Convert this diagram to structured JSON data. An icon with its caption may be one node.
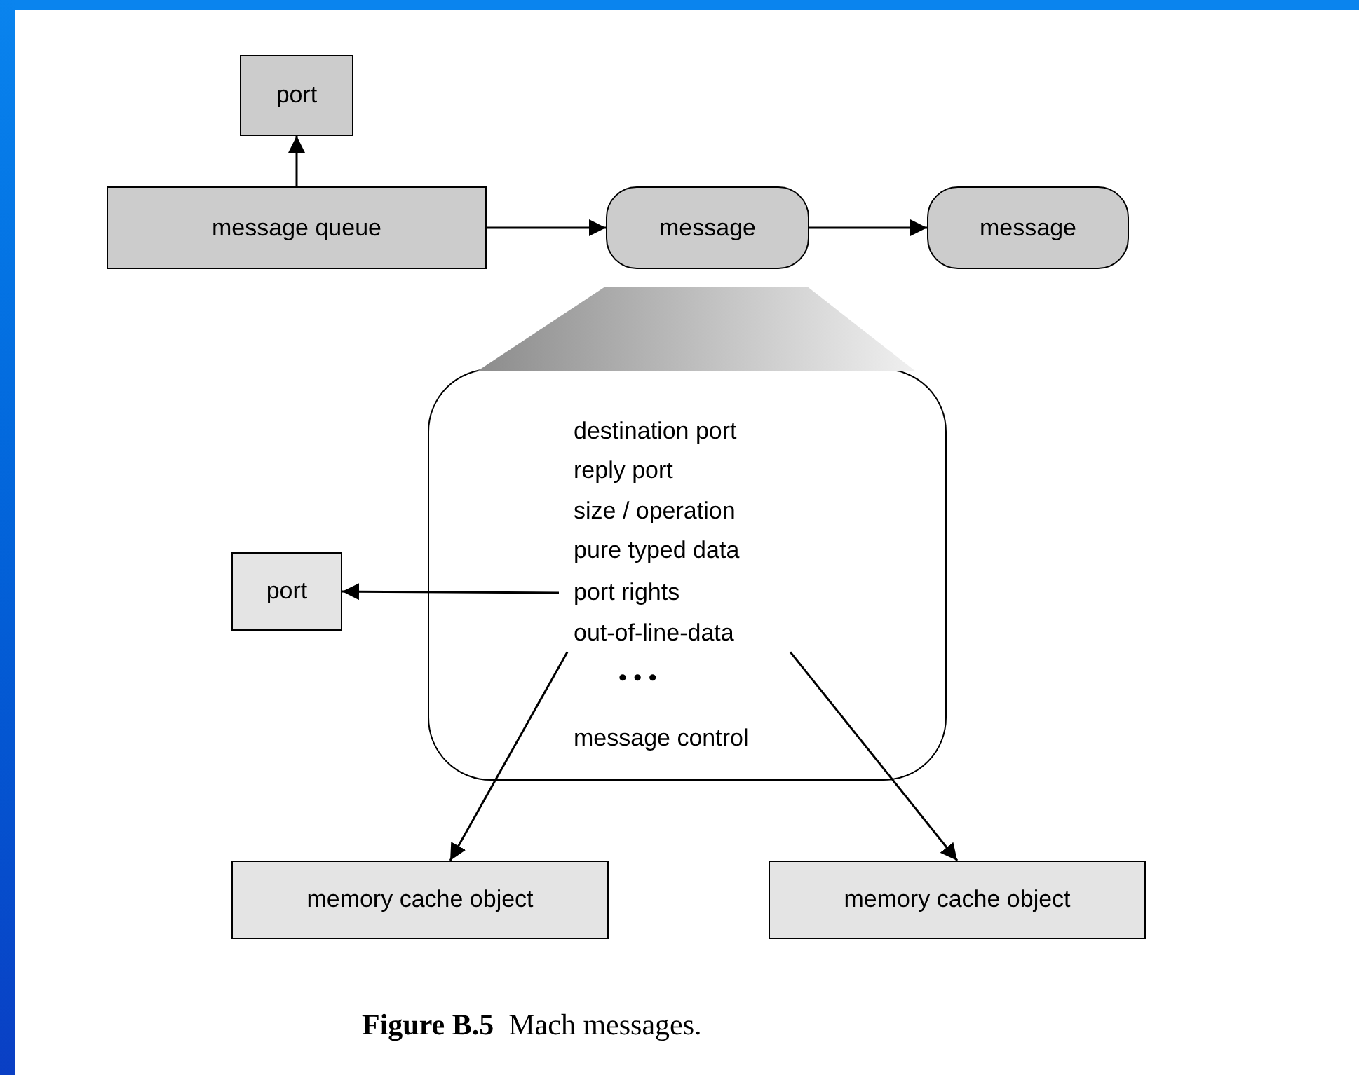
{
  "diagram": {
    "caption": "**Figure B.5**  Mach messages.",
    "nodes": [
      {
        "text": [
          "port"
        ]
      },
      {
        "text": [
          "message queue"
        ]
      },
      {
        "text": [
          "message"
        ]
      },
      {
        "text": [
          "message"
        ]
      },
      {
        "text": [],
        "shape": "box"
      },
      {
        "text": [
          "destination port"
        ],
        "in": 4
      },
      {
        "text": [
          "reply port"
        ],
        "in": 4
      },
      {
        "text": [
          "size / operation"
        ],
        "in": 4
      },
      {
        "text": [
          "pure typed data"
        ],
        "in": 4
      },
      {
        "text": [
          "port rights"
        ],
        "in": 4
      },
      {
        "text": [
          "out-of-line-data"
        ],
        "in": 4
      },
      {
        "text": [
          "• • •"
        ],
        "in": 4
      },
      {
        "text": [
          "message control"
        ],
        "in": 4
      },
      {
        "text": [
          "port"
        ]
      },
      {
        "text": [
          "memory cache object"
        ]
      },
      {
        "text": [
          "memory cache object"
        ]
      },
      {
        "text": [],
        "shape": "trapezoid"
      }
    ],
    "edges": [
      {
        "from": 1,
        "to": 0,
        "arrow": "to"
      },
      {
        "from": 1,
        "to": 2,
        "arrow": "to"
      },
      {
        "from": 2,
        "to": 3,
        "arrow": "to"
      },
      {
        "from": 9,
        "to": 13,
        "arrow": "to"
      },
      {
        "from": 10,
        "to": 14,
        "arrow": "to"
      },
      {
        "from": 10,
        "to": 15,
        "arrow": "to"
      }
    ]
  }
}
